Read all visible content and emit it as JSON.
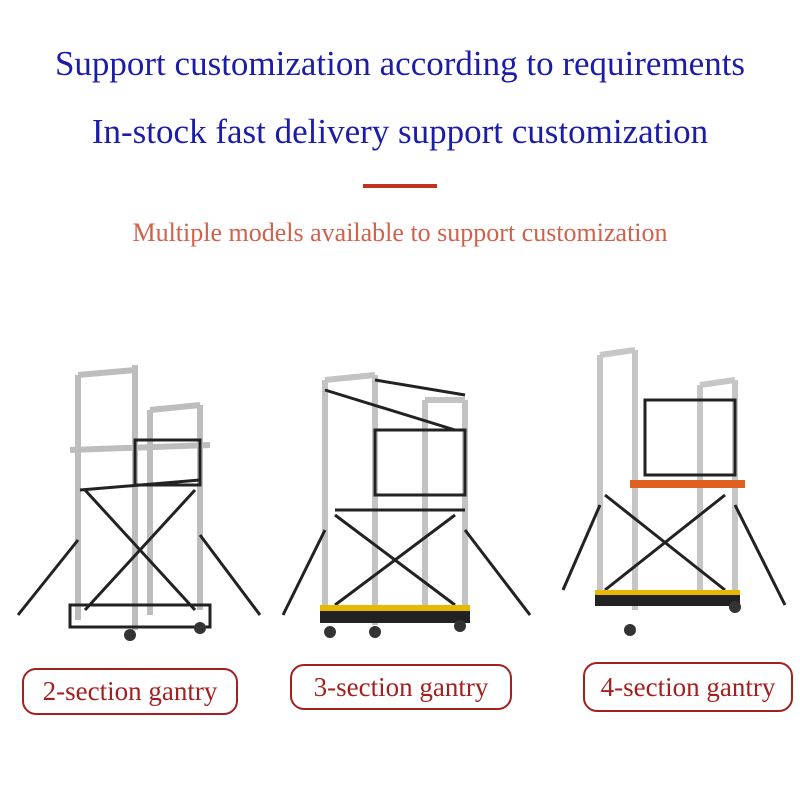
{
  "headline_1": "Support customization according to requirements",
  "headline_2": "In-stock fast delivery support customization",
  "subtitle": "Multiple models available to support customization",
  "products": [
    {
      "label": "2-section gantry"
    },
    {
      "label": "3-section gantry"
    },
    {
      "label": "4-section gantry"
    }
  ],
  "colors": {
    "headline": "#1c1caa",
    "accent_rule": "#c0321e",
    "subtitle": "#d2614b",
    "label": "#a32020",
    "frame": "#c9c9c9",
    "brace": "#222222",
    "crossbar": "#e06020"
  }
}
